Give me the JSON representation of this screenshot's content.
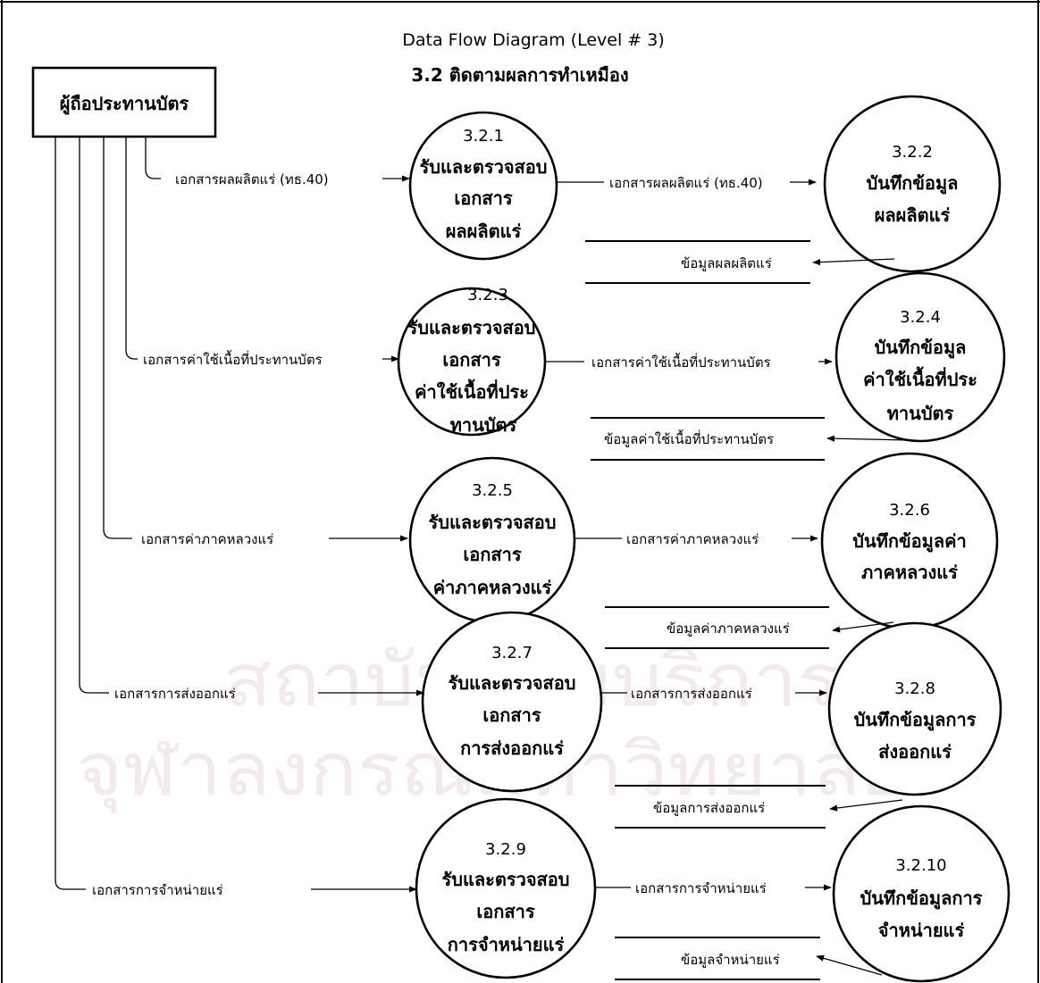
{
  "diagram": {
    "title": "Data Flow Diagram  (Level # 3)",
    "subtitle": "3.2 ติดตามผลการทำเหมือง",
    "external_entity": "ผู้ถือประทานบัตร",
    "watermark": [
      "สถาบันวิทยบริการ",
      "จุฬาลงกรณ์มหาวิทยาลัย"
    ],
    "rows": [
      {
        "input_flow": "เอกสารผลผลิตแร่ (ทธ.40)",
        "check_process": {
          "number": "3.2.1",
          "lines": [
            "รับและตรวจสอบ",
            "เอกสาร",
            "ผลผลิตแร่"
          ]
        },
        "record_flow": "เอกสารผลผลิตแร่ (ทธ.40)",
        "record_process": {
          "number": "3.2.2",
          "lines": [
            "บันทึกข้อมูล",
            "ผลผลิตแร่"
          ]
        },
        "store_flow": "ข้อมูลผลผลิตแร่"
      },
      {
        "input_flow": "เอกสารค่าใช้เนื้อที่ประทานบัตร",
        "check_process": {
          "number": "3.2.3",
          "lines": [
            "รับและตรวจสอบ",
            "เอกสาร",
            "ค่าใช้เนื้อที่ประ",
            "ทานบัตร"
          ]
        },
        "record_flow": "เอกสารค่าใช้เนื้อที่ประทานบัตร",
        "record_process": {
          "number": "3.2.4",
          "lines": [
            "บันทึกข้อมูล",
            "ค่าใช้เนื้อที่ประ",
            "ทานบัตร"
          ]
        },
        "store_flow": "ข้อมูลค่าใช้เนื้อที่ประทานบัตร"
      },
      {
        "input_flow": "เอกสารค่าภาคหลวงแร่",
        "check_process": {
          "number": "3.2.5",
          "lines": [
            "รับและตรวจสอบ",
            "เอกสาร",
            "ค่าภาคหลวงแร่"
          ]
        },
        "record_flow": "เอกสารค่าภาคหลวงแร่",
        "record_process": {
          "number": "3.2.6",
          "lines": [
            "บันทึกข้อมูลค่า",
            "ภาคหลวงแร่"
          ]
        },
        "store_flow": "ข้อมูลค่าภาคหลวงแร่"
      },
      {
        "input_flow": "เอกสารการส่งออกแร่",
        "check_process": {
          "number": "3.2.7",
          "lines": [
            "รับและตรวจสอบ",
            "เอกสาร",
            "การส่งออกแร่"
          ]
        },
        "record_flow": "เอกสารการส่งออกแร่",
        "record_process": {
          "number": "3.2.8",
          "lines": [
            "บันทึกข้อมูลการ",
            "ส่งออกแร่"
          ]
        },
        "store_flow": "ข้อมูลการส่งออกแร่"
      },
      {
        "input_flow": "เอกสารการจำหน่ายแร่",
        "check_process": {
          "number": "3.2.9",
          "lines": [
            "รับและตรวจสอบ",
            "เอกสาร",
            "การจำหน่ายแร่"
          ]
        },
        "record_flow": "เอกสารการจำหน่ายแร่",
        "record_process": {
          "number": "3.2.10",
          "lines": [
            "บันทึกข้อมูลการ",
            "จำหน่ายแร่"
          ]
        },
        "store_flow": "ข้อมูลจำหน่ายแร่"
      }
    ]
  }
}
